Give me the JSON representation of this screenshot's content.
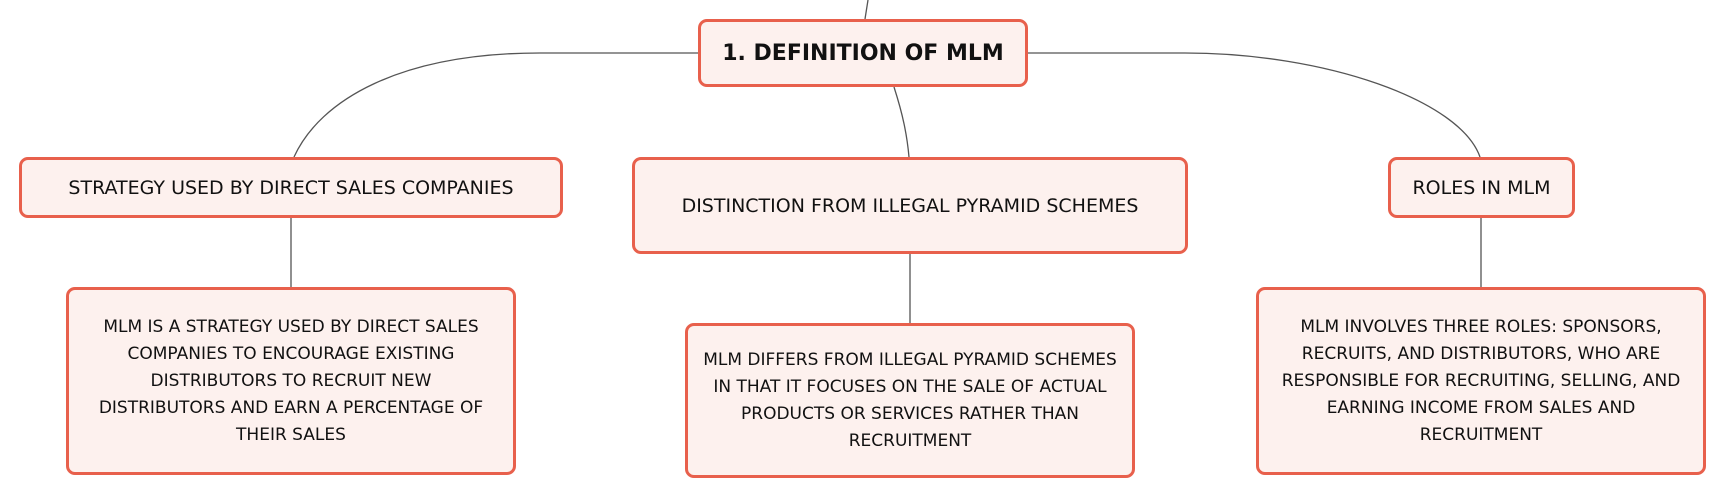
{
  "colors": {
    "node_fill": "#fdf1ee",
    "node_border": "#e8604c",
    "connector": "#555555",
    "text": "#111111"
  },
  "root": {
    "label": "1. DEFINITION OF MLM"
  },
  "branches": [
    {
      "label": "STRATEGY USED BY DIRECT SALES COMPANIES",
      "detail": "MLM IS A STRATEGY USED BY DIRECT SALES COMPANIES TO ENCOURAGE EXISTING DISTRIBUTORS TO RECRUIT NEW DISTRIBUTORS AND EARN A PERCENTAGE OF THEIR SALES"
    },
    {
      "label": "DISTINCTION FROM ILLEGAL PYRAMID SCHEMES",
      "detail": "MLM DIFFERS FROM ILLEGAL PYRAMID SCHEMES IN THAT IT FOCUSES ON THE SALE OF ACTUAL PRODUCTS OR SERVICES RATHER THAN RECRUITMENT"
    },
    {
      "label": "ROLES IN MLM",
      "detail": "MLM INVOLVES THREE ROLES: SPONSORS, RECRUITS, AND DISTRIBUTORS, WHO ARE RESPONSIBLE FOR RECRUITING, SELLING, AND EARNING INCOME FROM SALES AND RECRUITMENT"
    }
  ]
}
